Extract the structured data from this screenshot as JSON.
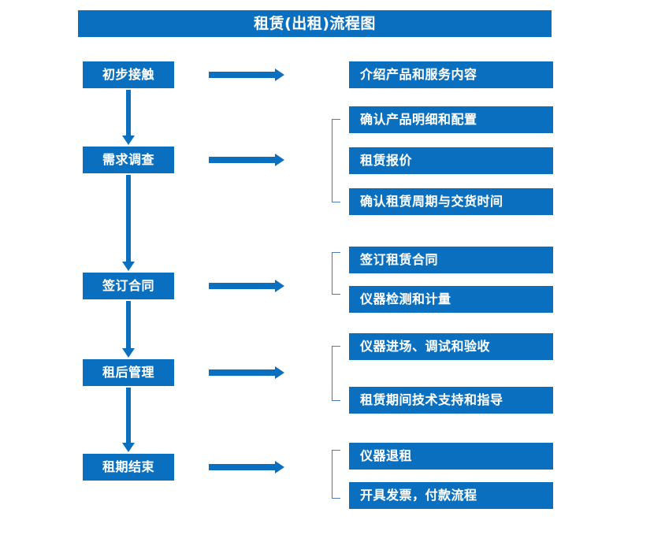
{
  "diagram": {
    "title": "租赁(出租)流程图",
    "theme": {
      "primary": "#0a6fbf",
      "arrow": "#0a6fbf",
      "bracket": "#4a7cb4",
      "text_on_primary": "#ffffff",
      "background": "#ffffff"
    },
    "stages": [
      {
        "id": "stage-1",
        "label": "初步接触"
      },
      {
        "id": "stage-2",
        "label": "需求调查"
      },
      {
        "id": "stage-3",
        "label": "签订合同"
      },
      {
        "id": "stage-4",
        "label": "租后管理"
      },
      {
        "id": "stage-5",
        "label": "租期结束"
      }
    ],
    "details": [
      {
        "id": "detail-1",
        "label": "介绍产品和服务内容",
        "stage": "初步接触",
        "grouped": false
      },
      {
        "id": "detail-2",
        "label": "确认产品明细和配置",
        "stage": "需求调查",
        "grouped": true
      },
      {
        "id": "detail-3",
        "label": "租赁报价",
        "stage": "需求调查",
        "grouped": true
      },
      {
        "id": "detail-4",
        "label": "确认租赁周期与交货时间",
        "stage": "需求调查",
        "grouped": true
      },
      {
        "id": "detail-5",
        "label": "签订租赁合同",
        "stage": "签订合同",
        "grouped": true
      },
      {
        "id": "detail-6",
        "label": "仪器检测和计量",
        "stage": "签订合同",
        "grouped": true
      },
      {
        "id": "detail-7",
        "label": "仪器进场、调试和验收",
        "stage": "租后管理",
        "grouped": true
      },
      {
        "id": "detail-8",
        "label": "租赁期间技术支持和指导",
        "stage": "租后管理",
        "grouped": true
      },
      {
        "id": "detail-9",
        "label": "仪器退租",
        "stage": "租期结束",
        "grouped": true
      },
      {
        "id": "detail-10",
        "label": "开具发票，付款流程",
        "stage": "租期结束",
        "grouped": true
      }
    ],
    "connectors": {
      "vertical_arrow_icon": "arrow-down-icon",
      "horizontal_arrow_icon": "arrow-right-icon",
      "bracket_icon": "group-bracket-icon",
      "vertical_count": 4,
      "horizontal_count": 5,
      "bracket_count": 4
    }
  }
}
